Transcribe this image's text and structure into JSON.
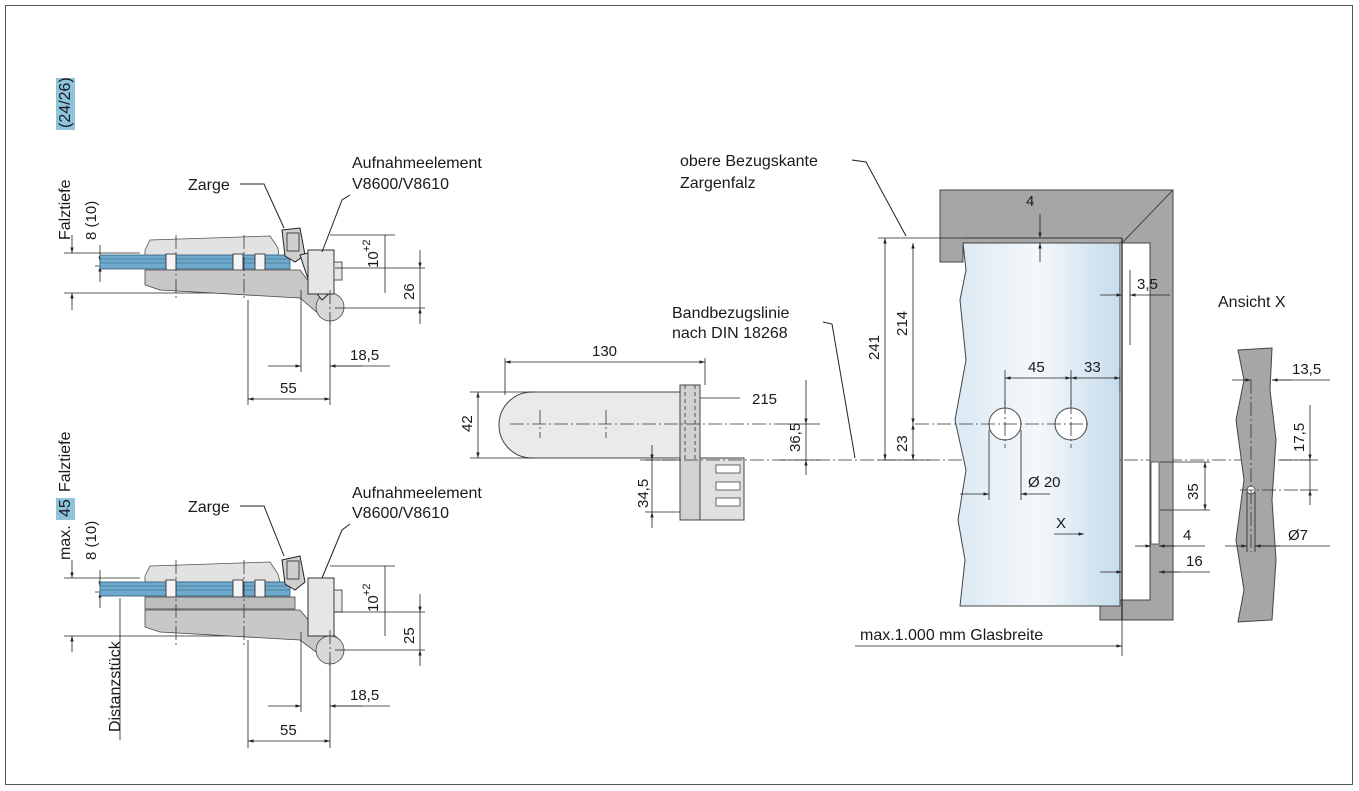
{
  "top_detail": {
    "side_label": "Falztiefe",
    "side_highlight": "(24/26)",
    "zarge": "Zarge",
    "aufnahme_1": "Aufnahmeelement",
    "aufnahme_2": "V8600/V8610",
    "dim_8": "8 (10)",
    "dim_10_base": "10",
    "dim_10_sup": "+2",
    "dim_26": "26",
    "dim_18_5": "18,5",
    "dim_55": "55"
  },
  "bottom_detail": {
    "side_prefix": "max.",
    "side_highlight": "45",
    "side_suffix": "Falztiefe",
    "distanz": "Distanzstück",
    "zarge": "Zarge",
    "aufnahme_1": "Aufnahmeelement",
    "aufnahme_2": "V8600/V8610",
    "dim_8": "8 (10)",
    "dim_10_base": "10",
    "dim_10_sup": "+2",
    "dim_25": "25",
    "dim_18_5": "18,5",
    "dim_55": "55"
  },
  "hinge_detail": {
    "band_1": "Bandbezugslinie",
    "band_2": "nach DIN 18268",
    "dim_130": "130",
    "dim_42": "42",
    "dim_215": "215",
    "dim_36_5": "36,5",
    "dim_34_5": "34,5"
  },
  "door_detail": {
    "obere_1": "obere Bezugskante",
    "obere_2": "Zargenfalz",
    "dim_4_top": "4",
    "dim_3_5": "3,5",
    "dim_241": "241",
    "dim_214": "214",
    "dim_23": "23",
    "dim_45": "45",
    "dim_33": "33",
    "dim_d20": "Ø 20",
    "dim_35": "35",
    "dim_4_bottom": "4",
    "dim_16": "16",
    "x_mark": "X",
    "glasbreite": "max.1.000 mm Glasbreite"
  },
  "ansicht": {
    "title": "Ansicht X",
    "dim_13_5": "13,5",
    "dim_17_5": "17,5",
    "dim_d7": "Ø7"
  },
  "colors": {
    "highlight": "#8ec4dc",
    "glass_top": "#c6dcec",
    "glass_bottom": "#eef4f8",
    "frame_grey": "#a6a6a6",
    "part_grey": "#c8c8c8"
  }
}
